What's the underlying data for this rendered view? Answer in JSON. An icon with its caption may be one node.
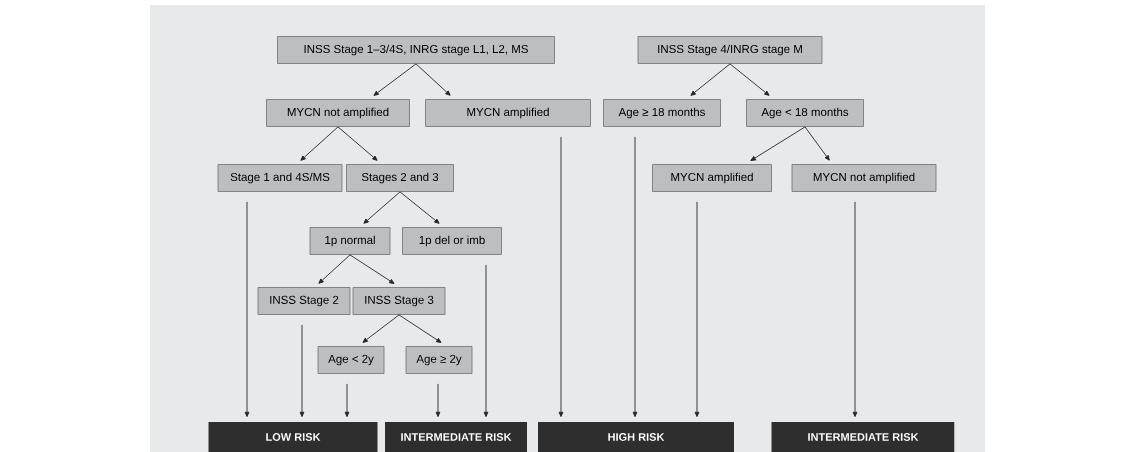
{
  "diagram": {
    "nodes": [
      {
        "text": [
          "INSS Stage 1–3/4S, INRG stage L1, L2, MS"
        ]
      },
      {
        "text": [
          "INSS Stage 4/INRG stage M"
        ]
      },
      {
        "text": [
          "MYCN not amplified"
        ]
      },
      {
        "text": [
          "MYCN amplified"
        ]
      },
      {
        "text": [
          "Age ≥ 18 months"
        ]
      },
      {
        "text": [
          "Age < 18 months"
        ]
      },
      {
        "text": [
          "Stage 1 and 4S/MS"
        ]
      },
      {
        "text": [
          "Stages 2 and 3"
        ]
      },
      {
        "text": [
          "MYCN amplified"
        ]
      },
      {
        "text": [
          "MYCN not amplified"
        ]
      },
      {
        "text": [
          "1p normal"
        ]
      },
      {
        "text": [
          "1p del or imb"
        ]
      },
      {
        "text": [
          "INSS Stage 2"
        ]
      },
      {
        "text": [
          "INSS Stage 3"
        ]
      },
      {
        "text": [
          "Age < 2y"
        ]
      },
      {
        "text": [
          "Age ≥ 2y"
        ]
      },
      {
        "text": [
          "LOW RISK"
        ]
      },
      {
        "text": [
          "INTERMEDIATE RISK"
        ]
      },
      {
        "text": [
          "HIGH RISK"
        ]
      },
      {
        "text": [
          "INTERMEDIATE RISK"
        ]
      }
    ],
    "edges": [
      {
        "from": 0,
        "to": 2,
        "arrow": "to"
      },
      {
        "from": 0,
        "to": 3,
        "arrow": "to"
      },
      {
        "from": 1,
        "to": 4,
        "arrow": "to"
      },
      {
        "from": 1,
        "to": 5,
        "arrow": "to"
      },
      {
        "from": 2,
        "to": 6,
        "arrow": "to"
      },
      {
        "from": 2,
        "to": 7,
        "arrow": "to"
      },
      {
        "from": 5,
        "to": 8,
        "arrow": "to"
      },
      {
        "from": 5,
        "to": 9,
        "arrow": "to"
      },
      {
        "from": 7,
        "to": 10,
        "arrow": "to"
      },
      {
        "from": 7,
        "to": 11,
        "arrow": "to"
      },
      {
        "from": 10,
        "to": 12,
        "arrow": "to"
      },
      {
        "from": 10,
        "to": 13,
        "arrow": "to"
      },
      {
        "from": 13,
        "to": 14,
        "arrow": "to"
      },
      {
        "from": 13,
        "to": 15,
        "arrow": "to"
      },
      {
        "from": 6,
        "to": 16,
        "arrow": "to"
      },
      {
        "from": 12,
        "to": 16,
        "arrow": "to"
      },
      {
        "from": 14,
        "to": 16,
        "arrow": "to"
      },
      {
        "from": 15,
        "to": 17,
        "arrow": "to"
      },
      {
        "from": 11,
        "to": 17,
        "arrow": "to"
      },
      {
        "from": 3,
        "to": 18,
        "arrow": "to"
      },
      {
        "from": 4,
        "to": 18,
        "arrow": "to"
      },
      {
        "from": 8,
        "to": 18,
        "arrow": "to"
      },
      {
        "from": 9,
        "to": 19,
        "arrow": "to"
      }
    ]
  }
}
